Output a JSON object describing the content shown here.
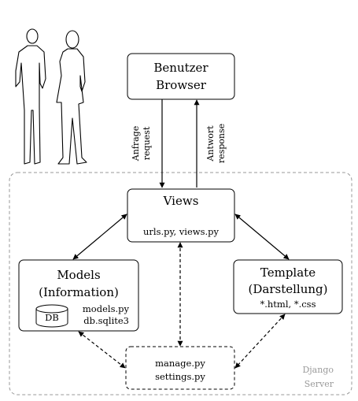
{
  "browser_box": {
    "line1": "Benutzer",
    "line2": "Browser"
  },
  "request_label": {
    "line1": "Anfrage",
    "line2": "request"
  },
  "response_label": {
    "line1": "Antwort",
    "line2": "response"
  },
  "views_box": {
    "title": "Views",
    "files": "urls.py, views.py"
  },
  "models_box": {
    "line1": "Models",
    "line2": "(Information)",
    "db_icon_label": "DB",
    "file1": "models.py",
    "file2": "db.sqlite3"
  },
  "template_box": {
    "line1": "Template",
    "line2": "(Darstellung)",
    "files": "*.html, *.css"
  },
  "manage_box": {
    "line1": "manage.py",
    "line2": "settings.py"
  },
  "server_label": {
    "line1": "Django",
    "line2": "Server"
  },
  "icons": {
    "people": "two-people-silhouette-icon",
    "database": "database-cylinder-icon"
  },
  "colors": {
    "stroke": "#000000",
    "dashed_border": "#999999",
    "server_label": "#9a9a9a"
  }
}
